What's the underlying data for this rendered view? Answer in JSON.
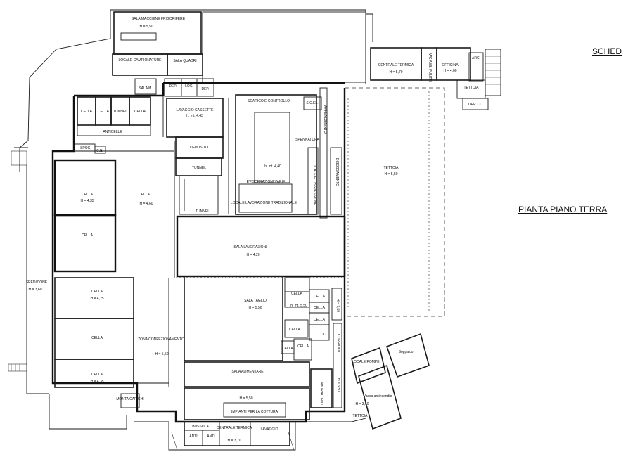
{
  "sheet_title": "SCHED",
  "floor_title": "PIANTA PIANO TERRA",
  "rooms": {
    "sala_macchine": "SALA MACCHINE FRIGORIFERE",
    "sala_macchine_h": "H = 5,50",
    "locale_campionature": "LOCALE CAMPIONATURE",
    "sala_quadri": "SALA QUADRI",
    "sala_m": "SALA M.",
    "dep_1": "DEP.",
    "loc": "LOC.",
    "dep_2": "DEP.",
    "centrale_termica_1": "CENTRALE TERMICA",
    "centrale_termica_1_h": "H = 5,70",
    "wc_abb": "WC ABB. PULITRI",
    "officina": "OFFICINA",
    "officina_h": "H = 4,00",
    "arch": "ARC.",
    "tettoia_small": "TETTOIA",
    "dep_cu": "DEP. CU",
    "cella_a": "CELLA",
    "cella_b": "CELLA",
    "tunnel_a": "TUNNEL",
    "cella_c": "CELLA",
    "anticelle": "ANTICELLE",
    "lavaggio_cassette": "LAVAGGIO CASSETTE",
    "lavaggio_cassette_h": "h. mt. 4,43",
    "scarico_controllo": "SCARICO E CONTROLLO",
    "scel": "S.C.EL.",
    "deposito": "DEPOSITO",
    "tunnel_b": "TUNNEL",
    "tunnel_c": "TUNNEL",
    "h_4_40": "h. mt. 4,40",
    "eviscerazioni": "EVISCERAZIONI VARIE",
    "lavorazione_tradizionale": "LOCALE LAVORAZIONE TRADIZIONALE",
    "spennatura": "SPENNATURA",
    "appendimento": "APPENDIMENTO",
    "locale_flussi": "LOCALE FLUSSI/ESSIONE",
    "disossamento": "DISOSSAMENTO",
    "spog": "SPOG.",
    "ce": "C.E.",
    "tettoia_big": "TETTOIA",
    "tettoia_big_h": "H = 5,50",
    "cella_big1": "CELLA",
    "cella_big1_h": "H = 4,35",
    "cella_big2": "CELLA",
    "cella_corr": "CELLA",
    "cella_corr_h": "H = 4,60",
    "sala_lavorazioni": "SALA LAVORAZIONI",
    "sala_lavorazioni_h": "H = 4.20",
    "spedizione": "SPEDIZIONE",
    "spedizione_h": "H = 3,60",
    "cella_d": "CELLA",
    "cella_d_h": "H = 4,25",
    "cella_e": "CELLA",
    "cella_f": "CELLA",
    "cella_f_h": "H = 4,35",
    "zona_confezionamento": "ZONA CONFEZIONAMENTO",
    "zona_confezionamento_h": "H = 5,50",
    "sala_taglio": "SALA TAGLIO",
    "sala_taglio_h": "H = 5,50",
    "cella_g": "CELLA",
    "cella_h": "CELLA",
    "cella_i": "CELLA",
    "cella_j": "CELLA",
    "cella_k": "CELLA",
    "cella_l": "CELLA",
    "cella_m": "CELLA",
    "h_550_small": "h. mt. 5,50",
    "h_750": "H = 7,50",
    "loc_2": "LOC.",
    "corridoio": "CORRIDOIO",
    "sala_alimentare": "SALA ALIMENTARE",
    "laboratorio": "LABORATORIO",
    "lab_h": "H = 5,50",
    "h_550_b": "H = 5,50",
    "impianti_cottura": "IMPIANTI PER LA COTTURA",
    "montacarichi": "MONTA CARICHI",
    "bussola": "BUSSOLA",
    "anti_1": "ANTI",
    "anti_2": "ANTI",
    "centrale_termica_2": "CENTRALE TERMICA",
    "centrale_termica_2_h": "H = 3,70",
    "lavaggio": "LAVAGGIO",
    "locale_pompe": "LOCALE POMPE",
    "vasca_antincendio": "Vasca antincendio",
    "h_350": "H = 3,50",
    "tettoia_bottom": "TETTOIA",
    "soppalco": "Soppalco"
  }
}
